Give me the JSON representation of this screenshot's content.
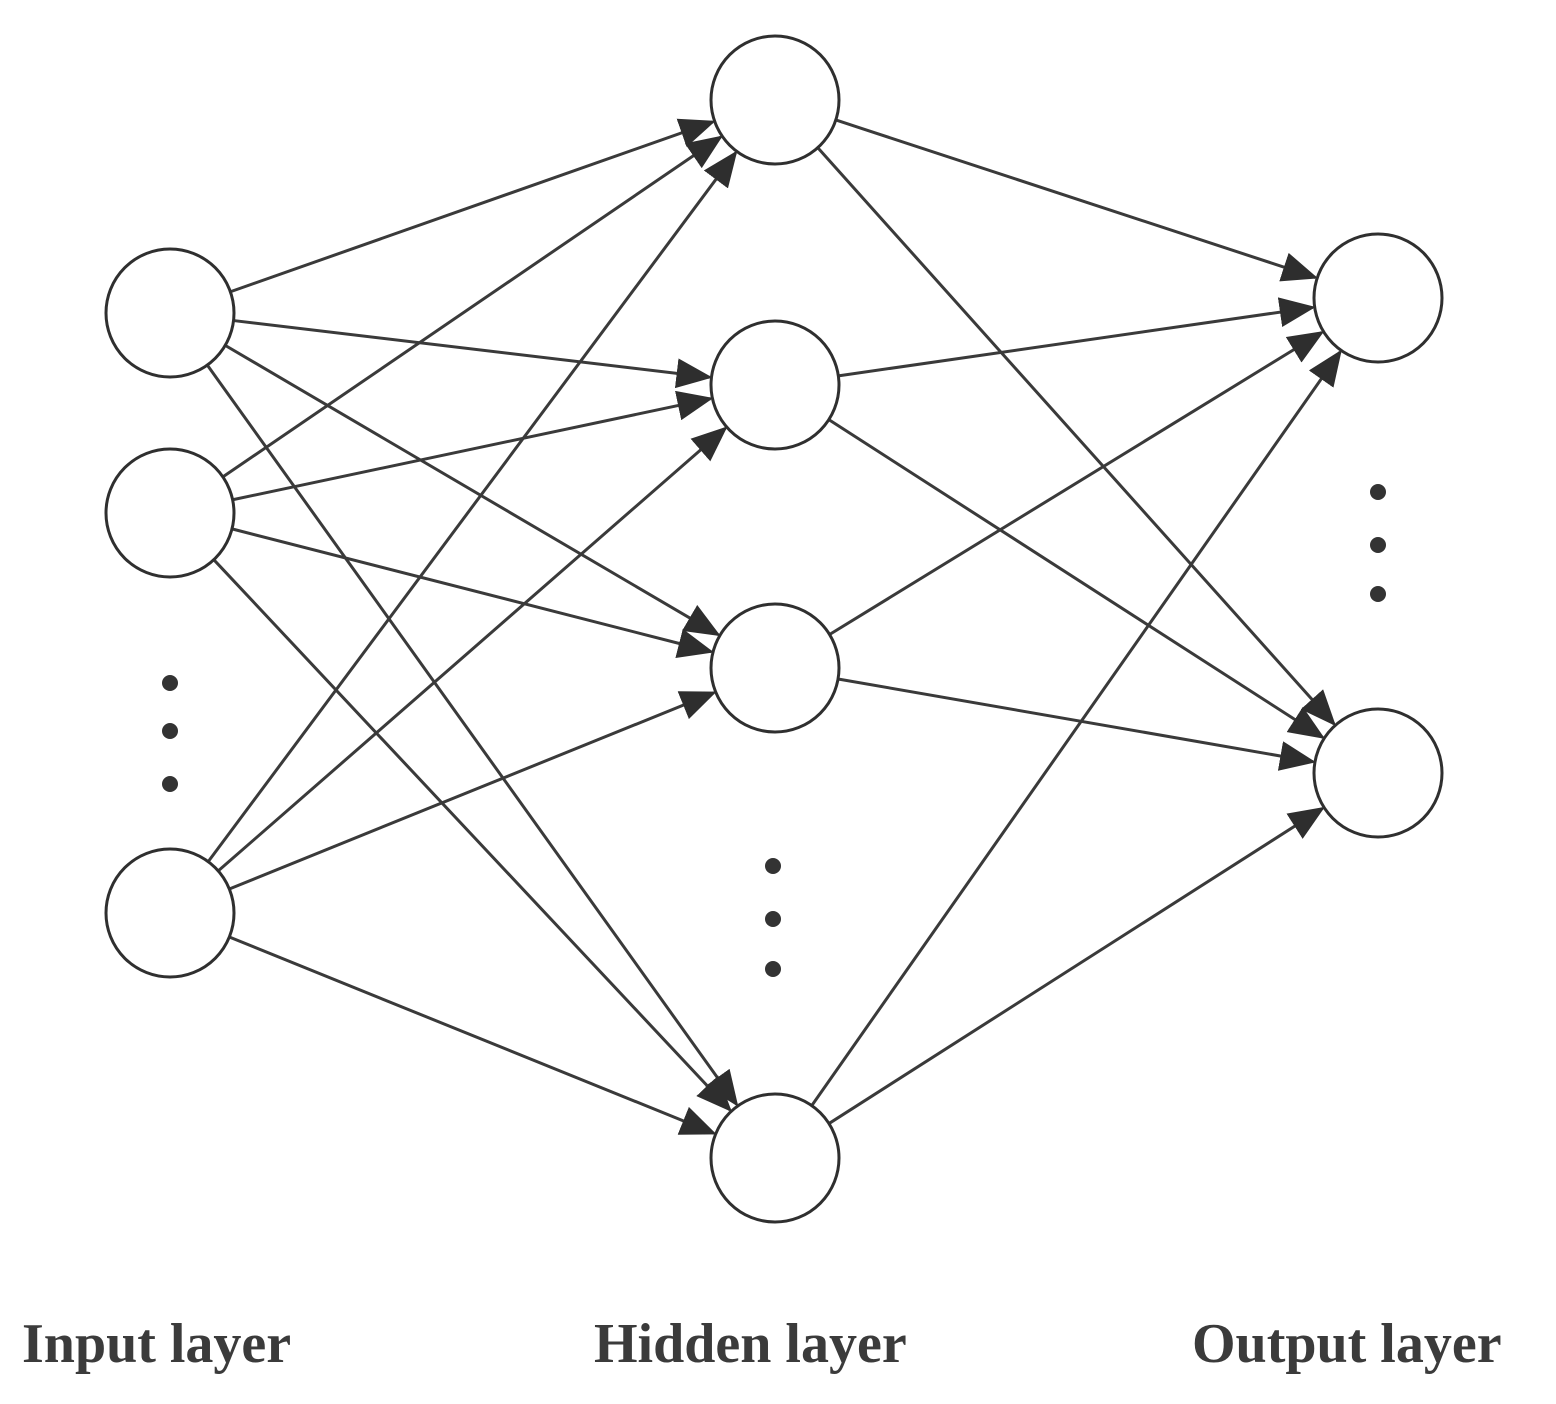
{
  "layers": [
    {
      "id": "input",
      "label": "Input layer"
    },
    {
      "id": "hidden",
      "label": "Hidden layer"
    },
    {
      "id": "output",
      "label": "Output layer"
    }
  ],
  "colors": {
    "edge": "#3a3a3a",
    "node_stroke": "#2f2f2f",
    "node_fill": "#ffffff",
    "label": "#3b3b3b"
  }
}
